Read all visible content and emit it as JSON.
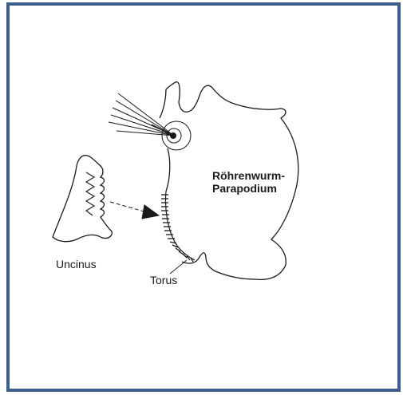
{
  "frame": {
    "border_color": "#3b5e8c",
    "background": "#ffffff",
    "line_color": "#1a1a1a"
  },
  "labels": {
    "parapodium_line1": "Röhrenwurm-",
    "parapodium_line2": "Parapodium",
    "uncinus": "Uncinus",
    "torus": "Torus"
  }
}
